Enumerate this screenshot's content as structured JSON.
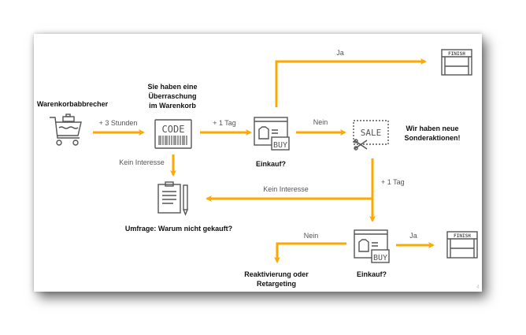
{
  "colors": {
    "arrow": "#FFA800",
    "icon": "#555555",
    "title": "#111111",
    "label": "#555555"
  },
  "nodes": {
    "start": {
      "title": "Warenkorbabbrecher",
      "icon": "shopping-cart-icon"
    },
    "code": {
      "title_lines": [
        "Sie haben eine",
        "Überraschung",
        "im Warenkorb"
      ],
      "icon": "code-coupon-icon",
      "icon_text": "CODE"
    },
    "buy1": {
      "title": "Einkauf?",
      "icon": "buy-web-icon",
      "icon_text": "BUY"
    },
    "finish1": {
      "icon": "finish-line-icon",
      "icon_text": "FINISH"
    },
    "sale": {
      "title_lines": [
        "Wir haben neue",
        "Sonderaktionen!"
      ],
      "icon": "sale-coupon-icon",
      "icon_text": "SALE"
    },
    "survey": {
      "title": "Umfrage: Warum nicht gekauft?",
      "icon": "clipboard-pen-icon"
    },
    "buy2": {
      "title": "Einkauf?",
      "icon": "buy-web-icon",
      "icon_text": "BUY"
    },
    "finish2": {
      "icon": "finish-line-icon",
      "icon_text": "FINISH"
    },
    "reactivate": {
      "title_lines": [
        "Reaktivierung oder",
        "Retargeting"
      ]
    }
  },
  "edges": {
    "start_code": "+ 3 Stunden",
    "code_buy1": "+ 1 Tag",
    "buy1_finish1": "Ja",
    "buy1_sale": "Nein",
    "code_survey": "Kein Interesse",
    "sale_buy2": "+ 1 Tag",
    "sale_survey": "Kein Interesse",
    "buy2_finish2": "Ja",
    "buy2_reactivate": "Nein"
  },
  "page_number": "4"
}
